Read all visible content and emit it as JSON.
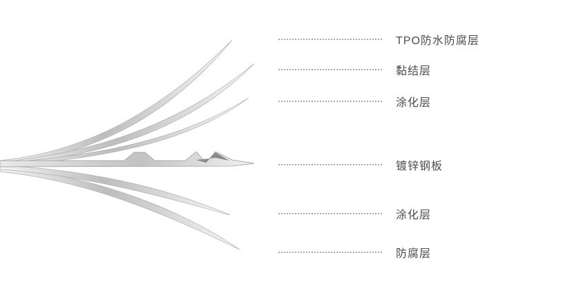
{
  "diagram": {
    "type": "layered-material-cutaway",
    "layers": [
      {
        "label": "TPO防水防腐层"
      },
      {
        "label": "黏结层"
      },
      {
        "label": "涂化层"
      },
      {
        "label": "镀锌钢板"
      },
      {
        "label": "涂化层"
      },
      {
        "label": "防腐层"
      }
    ],
    "colors": {
      "label_text": "#4d4d4d",
      "leader_dots": "#a8a8a8",
      "blade_dark": "#bdbdbd",
      "blade_light": "#f5f5f5",
      "plate_dark": "#8a8a8a",
      "edge_stroke": "#adadad"
    }
  }
}
